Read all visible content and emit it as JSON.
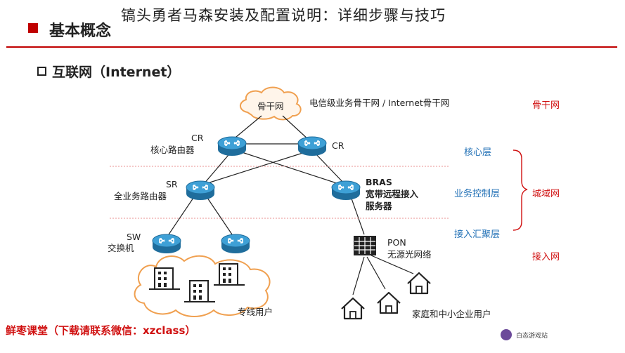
{
  "overlay_title": "镐头勇者马森安装及配置说明：详细步骤与技巧",
  "header": {
    "title": "基本概念"
  },
  "section": {
    "title": "互联网（Internet）"
  },
  "diagram": {
    "backbone_cloud": "骨干网",
    "backbone_desc": "电信级业务骨干网 / Internet骨干网",
    "cr_label": "CR",
    "cr_desc": "核心路由器",
    "cr_right_label": "CR",
    "sr_label": "SR",
    "sr_desc": "全业务路由器",
    "bras_label": "BRAS",
    "bras_desc_1": "宽带远程接入",
    "bras_desc_2": "服务器",
    "sw_label": "SW",
    "sw_desc": "交换机",
    "pon_label": "PON",
    "pon_desc": "无源光网络",
    "private_users": "专线用户",
    "home_users": "家庭和中小企业用户"
  },
  "layers": {
    "core": "核心层",
    "service_control": "业务控制层",
    "access_aggregation": "接入汇聚层"
  },
  "networks": {
    "backbone": "骨干网",
    "metro": "城域网",
    "access": "接入网"
  },
  "footer": "鲜枣课堂（下载请联系微信：xzclass）",
  "watermark": "白态游戏站",
  "colors": {
    "accent_red": "#c00000",
    "layer_blue": "#1f6fb5",
    "router_blue": "#2e8bc0"
  }
}
